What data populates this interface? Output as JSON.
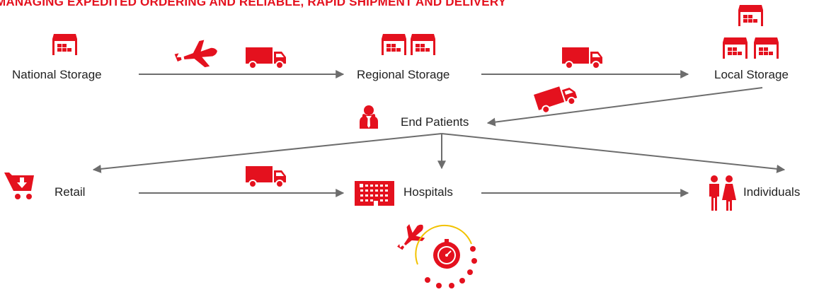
{
  "title": "MANAGING EXPEDITED ORDERING AND RELIABLE, RAPID SHIPMENT AND DELIVERY",
  "colors": {
    "accent": "#e4111e",
    "arrow": "#6d6d6d",
    "text": "#222222",
    "clock_ring": "#f2c200"
  },
  "nodes": {
    "national_storage": {
      "label": "National Storage",
      "icon": "warehouse-icon"
    },
    "regional_storage": {
      "label": "Regional Storage",
      "icon": "warehouses-pair-icon"
    },
    "local_storage": {
      "label": "Local Storage",
      "icon": "warehouses-stack-icon"
    },
    "end_patients": {
      "label": "End Patients",
      "icon": "person-icon"
    },
    "retail": {
      "label": "Retail",
      "icon": "shopping-cart-icon"
    },
    "hospitals": {
      "label": "Hospitals",
      "icon": "hospital-building-icon"
    },
    "individuals": {
      "label": "Individuals",
      "icon": "people-couple-icon"
    }
  },
  "transport_icons": [
    "airplane-icon",
    "delivery-truck-icon"
  ],
  "badge": {
    "icons": [
      "airplane-icon",
      "stopwatch-icon"
    ]
  }
}
